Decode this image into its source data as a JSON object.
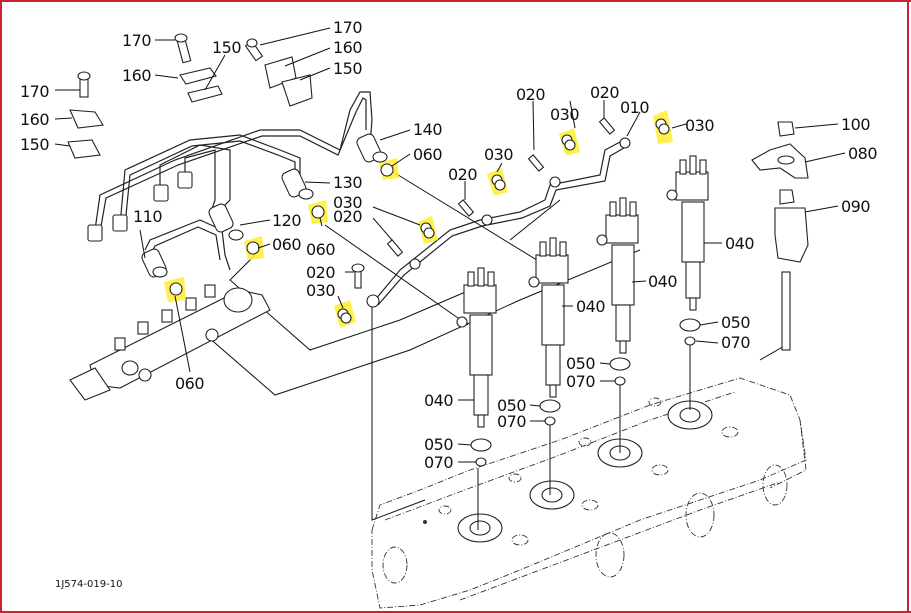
{
  "diagram": {
    "title": "Fuel injection pipes and injectors exploded parts diagram",
    "reference_code": "1J574-019-10",
    "highlight_color": "#ffef3a",
    "frame_color": "#c8242b",
    "labels": {
      "l170_a": "170",
      "l170_b": "170",
      "l170_c": "170",
      "l160_a": "160",
      "l160_b": "160",
      "l160_c": "160",
      "l150_a": "150",
      "l150_b": "150",
      "l150_c": "150",
      "l140": "140",
      "l130": "130",
      "l120": "120",
      "l110": "110",
      "l060_a": "060",
      "l060_b": "060",
      "l060_c": "060",
      "l060_d": "060",
      "l020_a": "020",
      "l020_b": "020",
      "l020_c": "020",
      "l020_d": "020",
      "l020_e": "020",
      "l030_a": "030",
      "l030_b": "030",
      "l030_c": "030",
      "l030_d": "030",
      "l030_e": "030",
      "l010": "010",
      "l100": "100",
      "l080": "080",
      "l090": "090",
      "l040_a": "040",
      "l040_b": "040",
      "l040_c": "040",
      "l040_d": "040",
      "l050_a": "050",
      "l050_b": "050",
      "l050_c": "050",
      "l050_d": "050",
      "l070_a": "070",
      "l070_b": "070",
      "l070_c": "070",
      "l070_d": "070"
    },
    "highlighted_parts": [
      "030",
      "060"
    ]
  }
}
